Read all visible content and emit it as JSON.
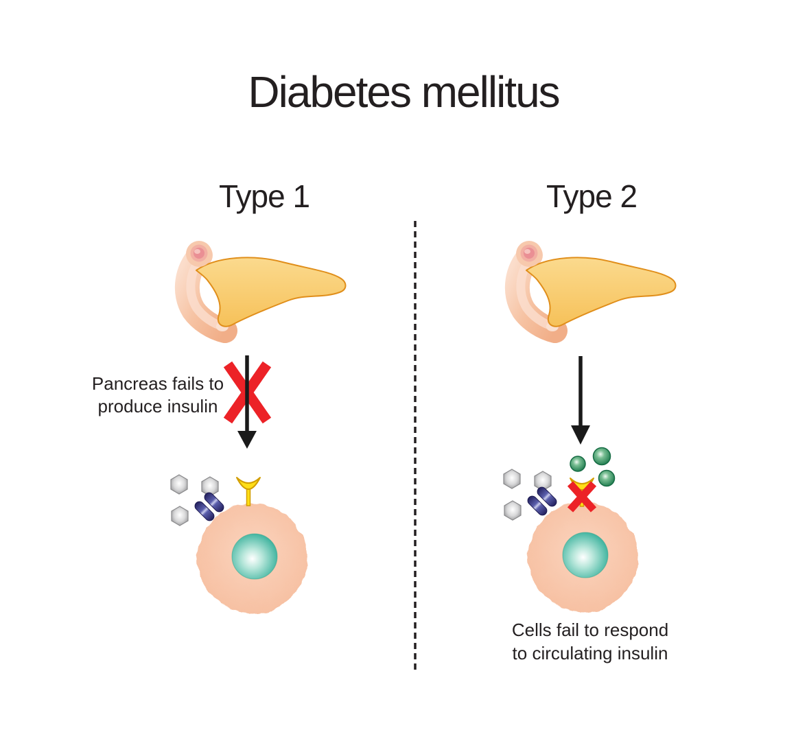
{
  "title": "Diabetes mellitus",
  "type1": {
    "label": "Type 1",
    "caption": {
      "line1": "Pancreas fails to",
      "line2": "produce insulin"
    }
  },
  "type2": {
    "label": "Type 2",
    "caption": {
      "line1": "Cells fail to respond",
      "line2": "to circulating insulin"
    }
  },
  "colors": {
    "text": "#231F20",
    "arrow": "#1A1A1A",
    "cross_red": "#EC2227",
    "pancreas_body": "#F6C159",
    "pancreas_outline": "#E08E1A",
    "duodenum": "#F6C2A2",
    "cell": "#F6BE9F",
    "nucleus": "#2EAC96",
    "receptor_yellow": "#FFDE17",
    "insulin_green": "#1E7B4E",
    "glucose_gray": "#98989A",
    "channel_navy": "#23205C",
    "divider": "#231F20"
  },
  "icons": {
    "pancreas": "pancreas-with-duodenum",
    "arrow": "down-arrow",
    "cross": "red-x-blocked",
    "glucose": "gray-hexagon-molecule",
    "glucose_channel": "navy-capsule-channel",
    "insulin_receptor": "yellow-crescent-receptor",
    "insulin": "green-sphere-insulin",
    "cell": "cell-with-teal-nucleus",
    "divider": "vertical-dashed-line"
  }
}
